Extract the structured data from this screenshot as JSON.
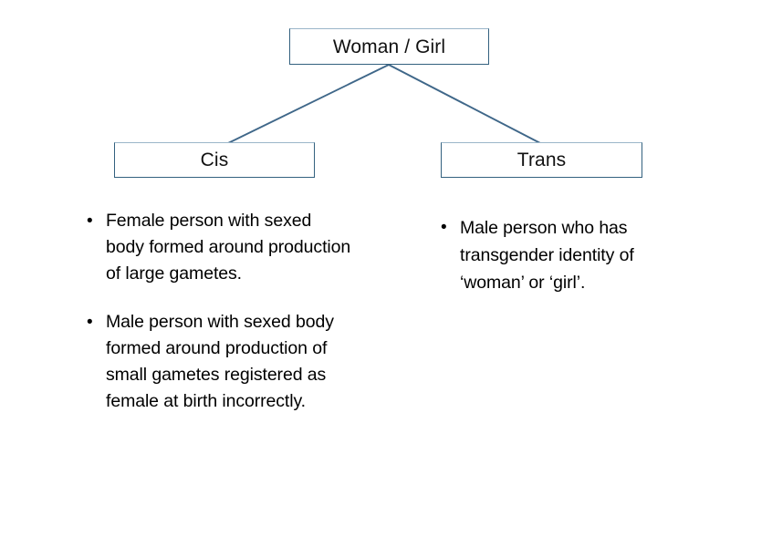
{
  "diagram": {
    "type": "hierarchy-tree",
    "root": {
      "label": "Woman / Girl"
    },
    "branches": [
      {
        "id": "cis",
        "label": "Cis",
        "bullets": [
          "Female person with sexed body formed around production of large gametes.",
          "Male person with sexed body formed around production of small gametes registered as female at birth incorrectly."
        ]
      },
      {
        "id": "trans",
        "label": "Trans",
        "bullets": [
          "Male person who has transgender identity of ‘woman’ or ‘girl’."
        ]
      }
    ],
    "bullet_marker": "•",
    "colors": {
      "box_border": "#33617f",
      "box_border_top": "#9bb6c9",
      "connector_line": "#3f6789",
      "background": "#ffffff",
      "text": "#000000"
    }
  }
}
